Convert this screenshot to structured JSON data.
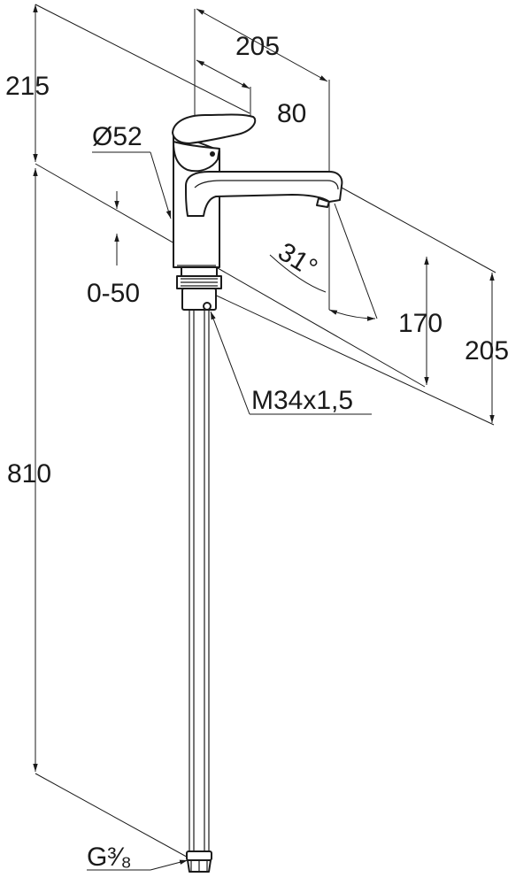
{
  "dimensions": {
    "height_above_deck": "215",
    "spout_reach_total": "205",
    "lever_reach": "80",
    "body_diameter": "Ø52",
    "deck_thickness": "0-50",
    "swivel_angle": "31°",
    "spout_height": "170",
    "spout_height_total": "205",
    "thread_size": "M34x1,5",
    "hose_length": "810",
    "hose_connection": "G³⁄₈"
  }
}
